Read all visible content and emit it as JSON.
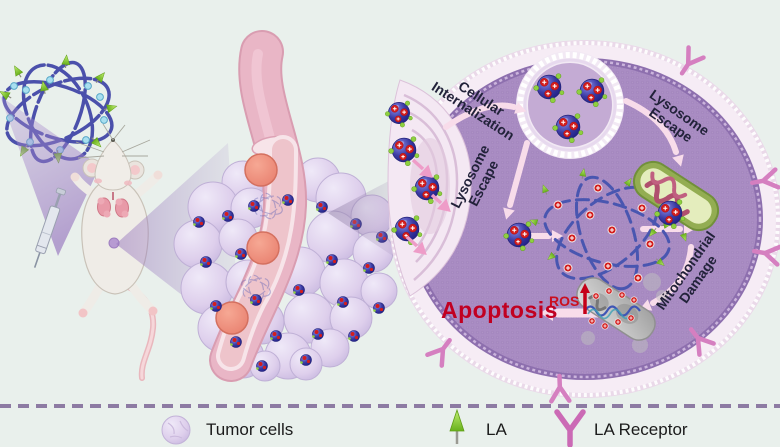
{
  "pathway": {
    "cellular_internalization": {
      "line1": "Cellular",
      "line2": "Internalization"
    },
    "lysosome_escape_top": {
      "line1": "Lysosome",
      "line2": "Escape"
    },
    "lysosome_escape_left": {
      "line1": "Lysosome",
      "line2": "Escape"
    },
    "mitochondrial_damage": {
      "line1": "Mitochondrial",
      "line2": "Damage"
    },
    "ros_label": "ROS",
    "apoptosis_label": "Apoptosis"
  },
  "legend": {
    "tumor_cells_label": "Tumor cells",
    "la_label": "LA",
    "la_receptor_label": "LA Receptor"
  },
  "icons": {
    "tumor_cell_icon": "lumpy-lavender-sphere",
    "la_icon": "green-up-arrow",
    "la_receptor_icon": "pink-y-receptor"
  },
  "colors": {
    "background": "#e9f0ec",
    "cell_interior": "#a98cc3",
    "cell_membrane": "#f6ecf5",
    "tumor_cell": "#ded6ec",
    "vessel": "#e9b6c6",
    "red_blood_cell": "#ee8f80",
    "nanoparticle_blue": "#3a3aa2",
    "drug_dot_red": "#d31d1d",
    "la_green": "#8fd040",
    "receptor_pink": "#d57fc0",
    "arrow_pink": "#f8dcea",
    "apoptosis_red": "#c10021",
    "label_dark": "#22223a"
  }
}
